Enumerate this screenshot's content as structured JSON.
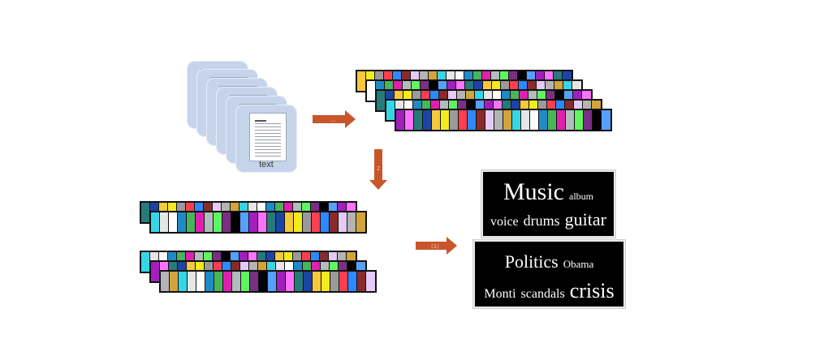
{
  "document_icon": {
    "caption": "text",
    "icon": "document-icon"
  },
  "arrow_labels": {
    "right": "...",
    "down": "2",
    "to_clouds": "(1)"
  },
  "colors": {
    "arrow": "#c8562b",
    "palette": [
      "#f6c83c",
      "#b4b4b4",
      "#e21eb1",
      "#ff72ff",
      "#2e88ff",
      "#ffffff",
      "#000000",
      "#f4eb1d",
      "#d3a43b",
      "#b2bdbb",
      "#277a7a",
      "#8a2b2b",
      "#1e8bc7",
      "#57a0ff",
      "#9a9a9a",
      "#35d6e6",
      "#5ef560",
      "#1c43a6",
      "#e5c9f7",
      "#48b55b",
      "#a21fbd",
      "#ff3e4f",
      "#e6e6e6",
      "#7b2f84"
    ]
  },
  "clouds": [
    {
      "rows": [
        [
          {
            "word": "Music",
            "size": 30
          },
          {
            "word": "album",
            "size": 12
          }
        ],
        [
          {
            "word": "voice",
            "size": 16
          },
          {
            "word": "drums",
            "size": 18
          },
          {
            "word": "guitar",
            "size": 22
          }
        ]
      ]
    },
    {
      "rows": [
        [
          {
            "word": "Politics",
            "size": 22
          },
          {
            "word": "Obama",
            "size": 13
          }
        ],
        [
          {
            "word": "Monti",
            "size": 16
          },
          {
            "word": "scandals",
            "size": 16
          },
          {
            "word": "crisis",
            "size": 26
          }
        ]
      ]
    }
  ]
}
